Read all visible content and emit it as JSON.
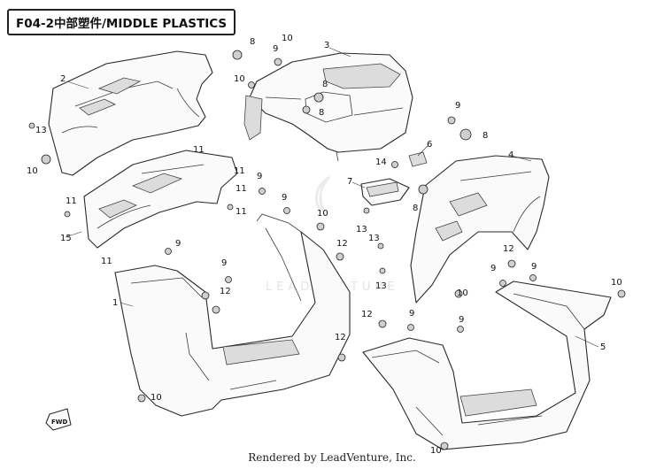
{
  "title": "F04-2中部塑件/MIDDLE PLASTICS",
  "footer": "Rendered by LeadVenture, Inc.",
  "watermark": "LEADVENTURE",
  "fwd_label": "FWD",
  "callouts": [
    {
      "label": "1"
    },
    {
      "label": "2"
    },
    {
      "label": "3"
    },
    {
      "label": "4"
    },
    {
      "label": "5"
    },
    {
      "label": "6"
    },
    {
      "label": "7"
    },
    {
      "label": "8"
    },
    {
      "label": "9"
    },
    {
      "label": "10"
    },
    {
      "label": "11"
    },
    {
      "label": "12"
    },
    {
      "label": "13"
    },
    {
      "label": "14"
    },
    {
      "label": "15"
    }
  ]
}
